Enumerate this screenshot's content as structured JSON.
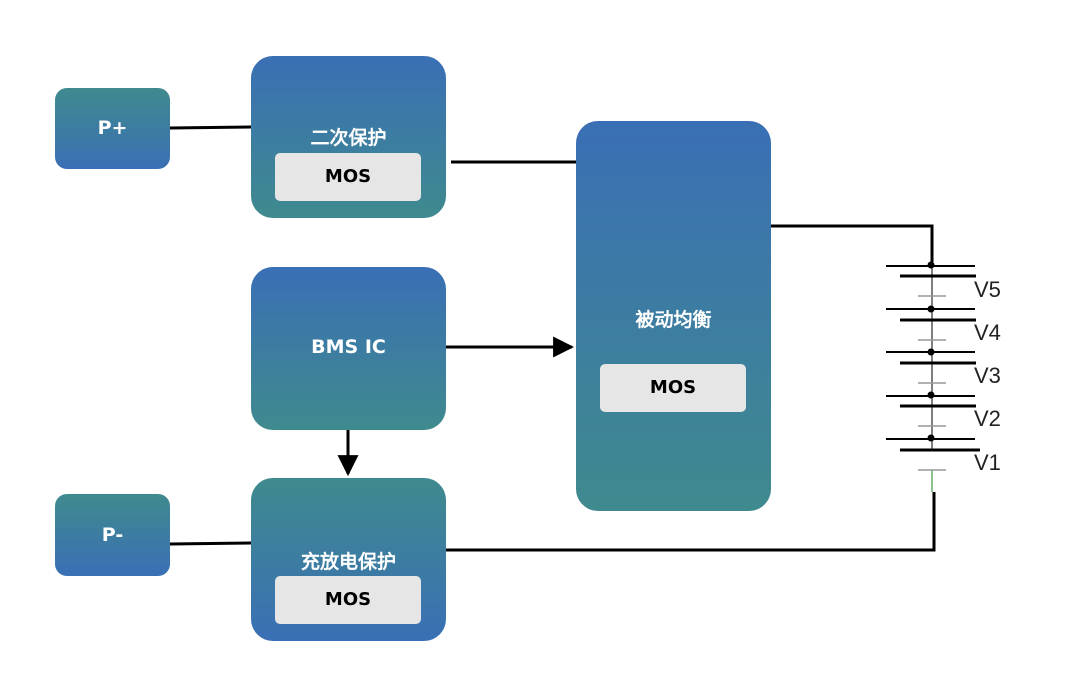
{
  "blocks": {
    "p_plus": {
      "label": "P+"
    },
    "p_minus": {
      "label": "P-"
    },
    "secondary_protection": {
      "label": "二次保护",
      "mos": "MOS"
    },
    "bms_ic": {
      "label": "BMS IC"
    },
    "charge_discharge_protection": {
      "label": "充放电保护",
      "mos": "MOS"
    },
    "passive_balancing": {
      "label": "被动均衡",
      "mos": "MOS"
    }
  },
  "cells": [
    "V5",
    "V4",
    "V3",
    "V2",
    "V1"
  ]
}
